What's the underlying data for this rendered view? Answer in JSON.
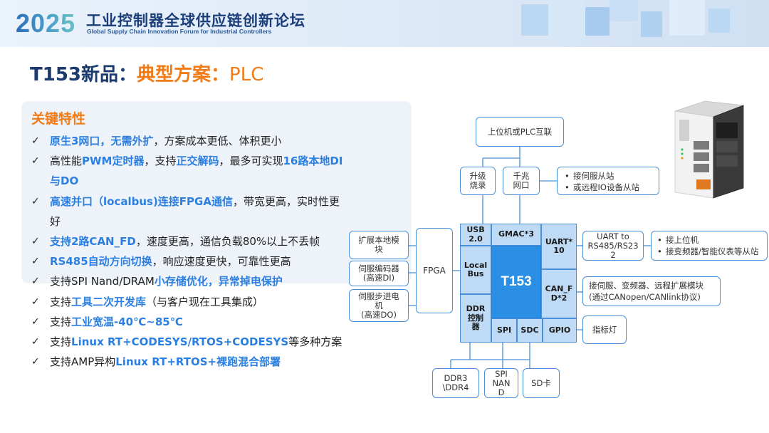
{
  "banner": {
    "year": "2025",
    "title_cn": "工业控制器全球供应链创新论坛",
    "title_en": "Global Supply Chain Innovation Forum for Industrial Controllers"
  },
  "title": {
    "part1": "T153新品：",
    "part2": "典型方案：",
    "part3": "PLC"
  },
  "features": {
    "heading": "关键特性",
    "check_glyph": "✓",
    "items": [
      [
        {
          "t": "原生3网口，无需外扩",
          "h": true
        },
        {
          "t": "，方案成本更低、体积更小",
          "h": false
        }
      ],
      [
        {
          "t": "高性能",
          "h": false
        },
        {
          "t": "PWM定时器",
          "h": true
        },
        {
          "t": "，支持",
          "h": false
        },
        {
          "t": "正交解码",
          "h": true
        },
        {
          "t": "，最多可实现",
          "h": false
        },
        {
          "t": "16路本地DI与DO",
          "h": true
        }
      ],
      [
        {
          "t": "高速并口（localbus)连接FPGA通信",
          "h": true
        },
        {
          "t": "，带宽更高，实时性更好",
          "h": false
        }
      ],
      [
        {
          "t": "支持2路CAN_FD",
          "h": true
        },
        {
          "t": "，速度更高，通信负载80%以上不丢帧",
          "h": false
        }
      ],
      [
        {
          "t": "RS485自动方向切换",
          "h": true
        },
        {
          "t": "，响应速度更快，可靠性更高",
          "h": false
        }
      ],
      [
        {
          "t": "支持SPI Nand/DRAM",
          "h": false
        },
        {
          "t": "小存储优化，异常掉电保护",
          "h": true
        }
      ],
      [
        {
          "t": "支持",
          "h": false
        },
        {
          "t": "工具二次开发库",
          "h": true
        },
        {
          "t": "（与客户现在工具集成）",
          "h": false
        }
      ],
      [
        {
          "t": "支持",
          "h": false
        },
        {
          "t": "工业宽温-40℃~85℃",
          "h": true
        }
      ],
      [
        {
          "t": "支持",
          "h": false
        },
        {
          "t": "Linux RT+CODESYS/RTOS+CODESYS",
          "h": true
        },
        {
          "t": "等多种方案",
          "h": false
        }
      ],
      [
        {
          "t": "支持AMP异构",
          "h": false
        },
        {
          "t": "Linux RT+RTOS+裸跑混合部署",
          "h": true
        }
      ]
    ]
  },
  "diagram": {
    "host": "上位机或PLC互联",
    "upgrade": [
      "升级",
      "烧录"
    ],
    "gigabit": [
      "千兆",
      "网口"
    ],
    "servo_slave": [
      "接伺服从站",
      "或远程IO设备从站"
    ],
    "fpga": "FPGA",
    "expand_io": [
      "扩展本地模",
      "块"
    ],
    "encoder": [
      "伺服编码器",
      "(高速DI)"
    ],
    "stepper": [
      "伺服步进电",
      "机",
      "(高速DO)"
    ],
    "usb": [
      "USB",
      "2.0"
    ],
    "gmac": "GMAC*3",
    "uart": [
      "UART*",
      "10"
    ],
    "localbus": [
      "Local",
      "Bus"
    ],
    "core": "T153",
    "can": [
      "CAN_F",
      "D*2"
    ],
    "ddr_ctrl": [
      "DDR",
      "控制",
      "器"
    ],
    "spi": "SPI",
    "sdc": "SDC",
    "gpio": "GPIO",
    "uart_to": [
      "UART to",
      "RS485/RS23",
      "2"
    ],
    "uart_targets": [
      "接上位机",
      "接变频器/智能仪表等从站"
    ],
    "can_targets": [
      "接伺服、变频器、远程扩展模块",
      "(通过CANopen/CANlink协议)"
    ],
    "indicator": "指标灯",
    "ddr": [
      "DDR3",
      "\\DDR4"
    ],
    "spinand": [
      "SPI",
      "NAN",
      "D"
    ],
    "sdcard": "SD卡"
  },
  "colors": {
    "accent_blue": "#2b7fe0",
    "accent_orange": "#f07c18",
    "chip_block": "#bfdaf4",
    "core_block": "#2b8fe6"
  }
}
